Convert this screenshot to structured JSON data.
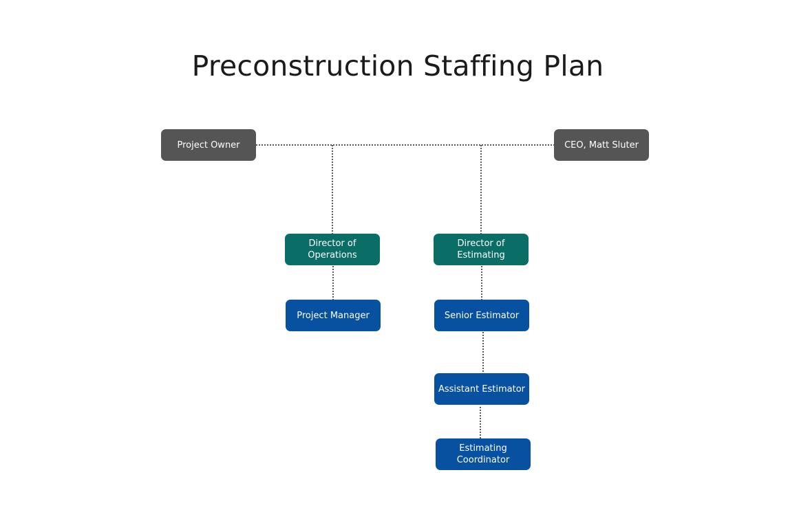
{
  "title": "Preconstruction Staffing Plan",
  "colors": {
    "gray": "#555555",
    "teal": "#0a6e66",
    "blue": "#0751a0",
    "connector": "#222222"
  },
  "nodes": {
    "project_owner": "Project Owner",
    "ceo": "CEO, Matt Sluter",
    "director_operations": "Director of Operations",
    "director_estimating": "Director of Estimating",
    "project_manager": "Project Manager",
    "senior_estimator": "Senior Estimator",
    "assistant_estimator": "Assistant Estimator",
    "estimating_coordinator": "Estimating Coordinator"
  }
}
